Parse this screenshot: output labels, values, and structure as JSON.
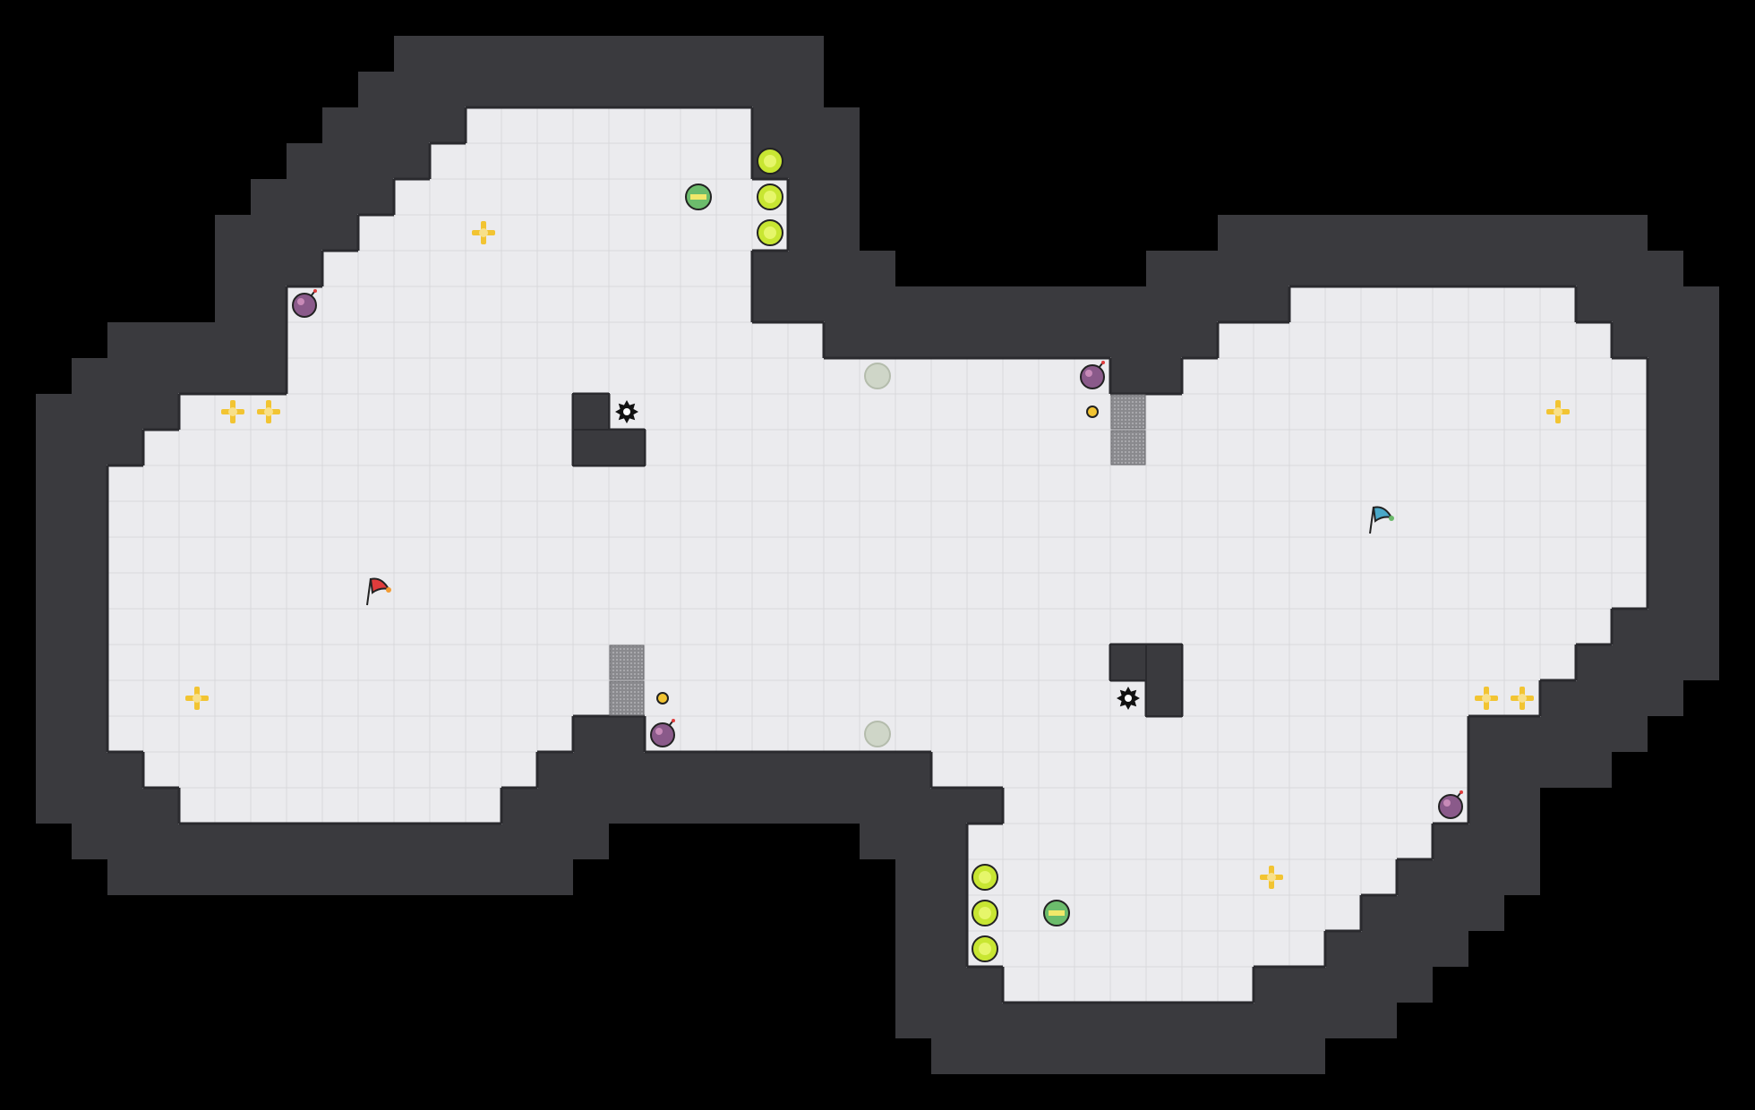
{
  "map": {
    "name": "",
    "grid": {
      "cols": 49,
      "rows": 31
    },
    "colors": {
      "background": "#000000",
      "wall": "#3a3a3e",
      "wall_edge": "#2a2a2e",
      "floor": "#ebebee",
      "floor_grid": "#d8d8dc",
      "boost_yellow": "#f2c432",
      "pad_green": "#c8e632",
      "bomb_purple": "#8a5a8a",
      "flag_red": "#e03c3c",
      "flag_blue": "#4aa8c8",
      "gate_gray": "#9a9a9e"
    },
    "floor_rows": [
      {
        "row": 3,
        "from": 13,
        "to": 20
      },
      {
        "row": 4,
        "from": 12,
        "to": 20
      },
      {
        "row": 5,
        "from": 11,
        "to": 21
      },
      {
        "row": 6,
        "from": 10,
        "to": 21
      },
      {
        "row": 7,
        "from": 9,
        "to": 20
      },
      {
        "row": 8,
        "from": 8,
        "to": 20,
        "from2": 36,
        "to2": 43
      },
      {
        "row": 9,
        "from": 8,
        "to": 22,
        "from2": 34,
        "to2": 44
      },
      {
        "row": 10,
        "from": 8,
        "to": 30,
        "from2": 33,
        "to2": 45
      },
      {
        "row": 11,
        "from": 5,
        "to": 45
      },
      {
        "row": 12,
        "from": 4,
        "to": 45
      },
      {
        "row": 13,
        "from": 3,
        "to": 45
      },
      {
        "row": 14,
        "from": 3,
        "to": 45
      },
      {
        "row": 15,
        "from": 3,
        "to": 45
      },
      {
        "row": 16,
        "from": 3,
        "to": 45
      },
      {
        "row": 17,
        "from": 3,
        "to": 44
      },
      {
        "row": 18,
        "from": 3,
        "to": 43
      },
      {
        "row": 19,
        "from": 3,
        "to": 42
      },
      {
        "row": 20,
        "from": 3,
        "to": 15,
        "from2": 18,
        "to2": 40
      },
      {
        "row": 21,
        "from": 4,
        "to": 14,
        "from2": 26,
        "to2": 40
      },
      {
        "row": 22,
        "from": 5,
        "to": 13,
        "from2": 28,
        "to2": 40
      },
      {
        "row": 23,
        "from": 27,
        "to": 39
      },
      {
        "row": 24,
        "from": 27,
        "to": 38
      },
      {
        "row": 25,
        "from": 27,
        "to": 37
      },
      {
        "row": 26,
        "from": 27,
        "to": 36
      },
      {
        "row": 27,
        "from": 28,
        "to": 34
      }
    ],
    "wall_blocks": [
      {
        "col": 16,
        "row": 11,
        "w": 1,
        "h": 1
      },
      {
        "col": 16,
        "row": 12,
        "w": 2,
        "h": 1
      },
      {
        "col": 31,
        "row": 18,
        "w": 1,
        "h": 1
      },
      {
        "col": 32,
        "row": 18,
        "w": 1,
        "h": 2
      }
    ],
    "gates": [
      {
        "col": 31,
        "row": 11
      },
      {
        "col": 31,
        "row": 12
      },
      {
        "col": 17,
        "row": 18
      },
      {
        "col": 17,
        "row": 19
      }
    ],
    "items": [
      {
        "type": "boost",
        "col": 13,
        "row": 6
      },
      {
        "type": "boost",
        "col": 6,
        "row": 11
      },
      {
        "type": "boost",
        "col": 7,
        "row": 11
      },
      {
        "type": "boost",
        "col": 5,
        "row": 19
      },
      {
        "type": "boost",
        "col": 43,
        "row": 11
      },
      {
        "type": "boost",
        "col": 41,
        "row": 19
      },
      {
        "type": "boost",
        "col": 42,
        "row": 19
      },
      {
        "type": "boost",
        "col": 35,
        "row": 24
      },
      {
        "type": "pad",
        "col": 21,
        "row": 4
      },
      {
        "type": "pad",
        "col": 21,
        "row": 5
      },
      {
        "type": "pad",
        "col": 21,
        "row": 6
      },
      {
        "type": "pad",
        "col": 27,
        "row": 24
      },
      {
        "type": "pad",
        "col": 27,
        "row": 25
      },
      {
        "type": "pad",
        "col": 27,
        "row": 26
      },
      {
        "type": "powerup",
        "col": 19,
        "row": 5
      },
      {
        "type": "powerup",
        "col": 29,
        "row": 25
      },
      {
        "type": "bomb",
        "col": 8,
        "row": 8
      },
      {
        "type": "bomb",
        "col": 30,
        "row": 10
      },
      {
        "type": "bomb",
        "col": 18,
        "row": 20
      },
      {
        "type": "bomb",
        "col": 40,
        "row": 22
      },
      {
        "type": "spike",
        "col": 17,
        "row": 11
      },
      {
        "type": "spike",
        "col": 31,
        "row": 19
      },
      {
        "type": "button",
        "col": 30,
        "row": 11
      },
      {
        "type": "button",
        "col": 18,
        "row": 19
      },
      {
        "type": "portal",
        "col": 24,
        "row": 10
      },
      {
        "type": "portal",
        "col": 24,
        "row": 20
      },
      {
        "type": "flag-red",
        "col": 10,
        "row": 16
      },
      {
        "type": "flag-blue",
        "col": 38,
        "row": 14
      }
    ]
  }
}
